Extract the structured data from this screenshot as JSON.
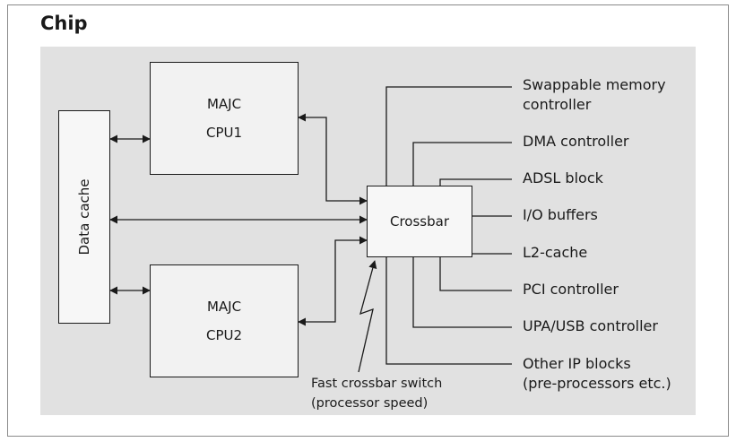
{
  "chip": {
    "title": "Chip"
  },
  "data_cache": {
    "label": "Data cache"
  },
  "cpu1": {
    "line1": "MAJC",
    "line2": "CPU1"
  },
  "cpu2": {
    "line1": "MAJC",
    "line2": "CPU2"
  },
  "crossbar": {
    "label": "Crossbar"
  },
  "ports": [
    {
      "line1": "Swappable memory",
      "line2": "controller"
    },
    {
      "line1": "DMA controller"
    },
    {
      "line1": "ADSL block"
    },
    {
      "line1": "I/O buffers"
    },
    {
      "line1": "L2-cache"
    },
    {
      "line1": "PCI controller"
    },
    {
      "line1": "UPA/USB controller"
    },
    {
      "line1": "Other IP blocks",
      "line2": "(pre-processors etc.)"
    }
  ],
  "annotation": {
    "line1": "Fast crossbar switch",
    "line2": "(processor speed)"
  }
}
